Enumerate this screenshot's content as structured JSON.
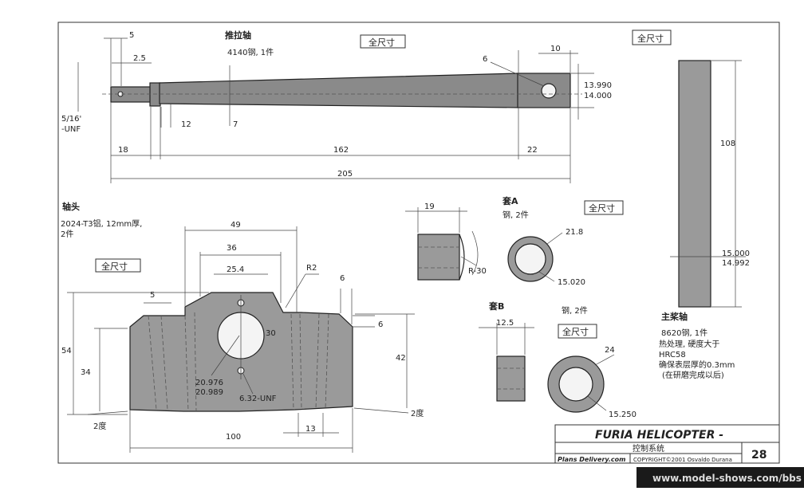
{
  "labels": {
    "full_size": "全尺寸"
  },
  "push_rod": {
    "title": "推拉轴",
    "material": "4140钢, 1件",
    "dims": {
      "d5": "5",
      "d2_5": "2.5",
      "d6": "6",
      "d10": "10",
      "dia_a": "13.990",
      "dia_b": "14.000",
      "thread_a": "5/16'",
      "thread_b": "-UNF",
      "d12": "12",
      "d7": "7",
      "d18": "18",
      "d162": "162",
      "d22": "22",
      "d205": "205"
    }
  },
  "main_shaft": {
    "title": "主桨轴",
    "dims": {
      "d108": "108",
      "dia_a": "15.000",
      "dia_b": "14.992"
    },
    "notes": [
      "8620钢, 1件",
      "热处理, 硬度大于",
      "HRC58",
      "确保表层厚的0.3mm",
      "(在研磨完成以后)"
    ]
  },
  "head": {
    "title": "轴头",
    "material_a": "2024-T3铝, 12mm厚,",
    "material_b": "2件",
    "dims": {
      "d49": "49",
      "d36": "36",
      "d25_4": "25.4",
      "r2": "R2",
      "d6a": "6",
      "d6b": "6",
      "d5": "5",
      "d30": "30",
      "d54": "54",
      "d34": "34",
      "d42": "42",
      "bore_a": "20.976",
      "bore_b": "20.989",
      "thread": "6.32-UNF",
      "d13": "13",
      "d100": "100",
      "deg_left": "2度",
      "deg_right": "2度"
    }
  },
  "sleeve_a": {
    "title": "套A",
    "material": "钢, 2件",
    "dims": {
      "d19": "19",
      "r30": "R-30",
      "d21_8": "21.8",
      "d15_020": "15.020"
    }
  },
  "sleeve_b": {
    "title": "套B",
    "material": "钢, 2件",
    "dims": {
      "d12_5": "12.5",
      "d24": "24",
      "d15_250": "15.250"
    }
  },
  "title_block": {
    "title": "FURIA HELICOPTER -",
    "subtitle": "控制系统",
    "publisher": "Plans Delivery.com",
    "copyright": "COPYRIGHT©2001 Osvaldo Durana",
    "page": "28"
  },
  "watermark": "www.model-shows.com/bbs"
}
